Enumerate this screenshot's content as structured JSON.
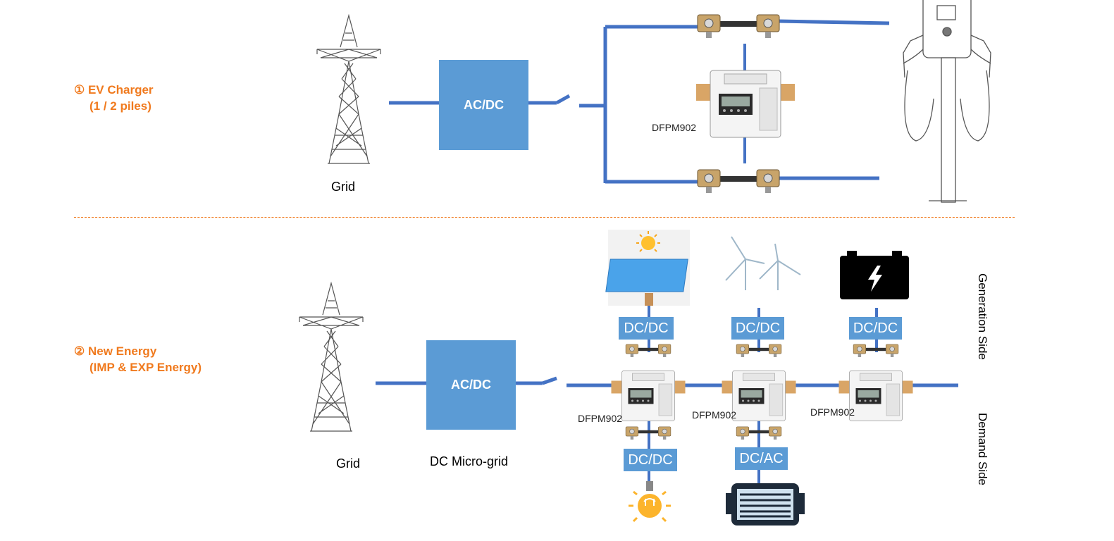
{
  "section1": {
    "title": "① EV Charger",
    "subtitle": "(1 / 2 piles)",
    "grid_label": "Grid",
    "converter": "AC/DC",
    "meter_label": "DFPM902"
  },
  "section2": {
    "title": "② New Energy",
    "subtitle": "(IMP & EXP Energy)",
    "grid_label": "Grid",
    "converter": "AC/DC",
    "microgrid_label": "DC Micro-grid",
    "gen_converters": [
      "DC/DC",
      "DC/DC",
      "DC/DC"
    ],
    "load_converters": [
      "DC/DC",
      "DC/AC"
    ],
    "meter_labels": [
      "DFPM902",
      "DFPM902",
      "DFPM902"
    ],
    "generation_side": "Generation Side",
    "demand_side": "Demand Side"
  },
  "colors": {
    "accent": "#f07a1e",
    "line": "#4472c4",
    "box": "#5b9bd5"
  }
}
